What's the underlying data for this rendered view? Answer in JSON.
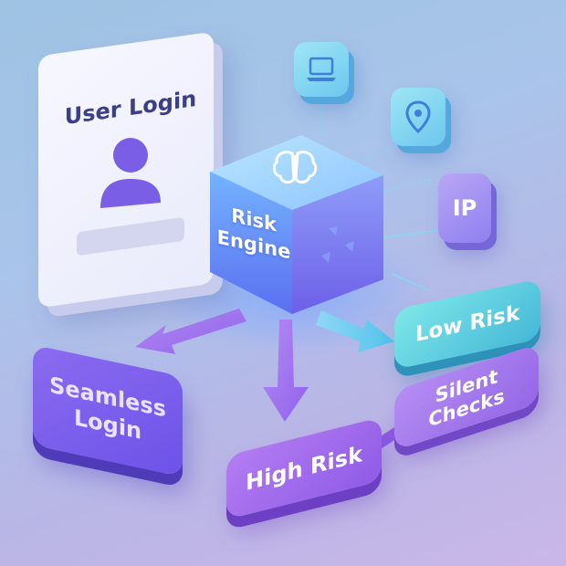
{
  "login_card": {
    "title": "User Login",
    "icon": "user-avatar-icon"
  },
  "risk_engine": {
    "label_line1": "Risk",
    "label_line2": "Engine",
    "icon": "brain-icon"
  },
  "signals": [
    {
      "icon": "laptop-icon"
    },
    {
      "icon": "location-pin-icon"
    },
    {
      "icon": "ip-icon",
      "text": "IP"
    }
  ],
  "outcomes": {
    "low_risk": "Low Risk",
    "seamless_line1": "Seamless",
    "seamless_line2": "Login",
    "high_risk": "High Risk",
    "silent_checks": "Silent Checks"
  },
  "colors": {
    "accent_purple": "#6c52e8",
    "accent_cyan": "#45b8d8",
    "cube_blue": "#5a8ff0"
  }
}
